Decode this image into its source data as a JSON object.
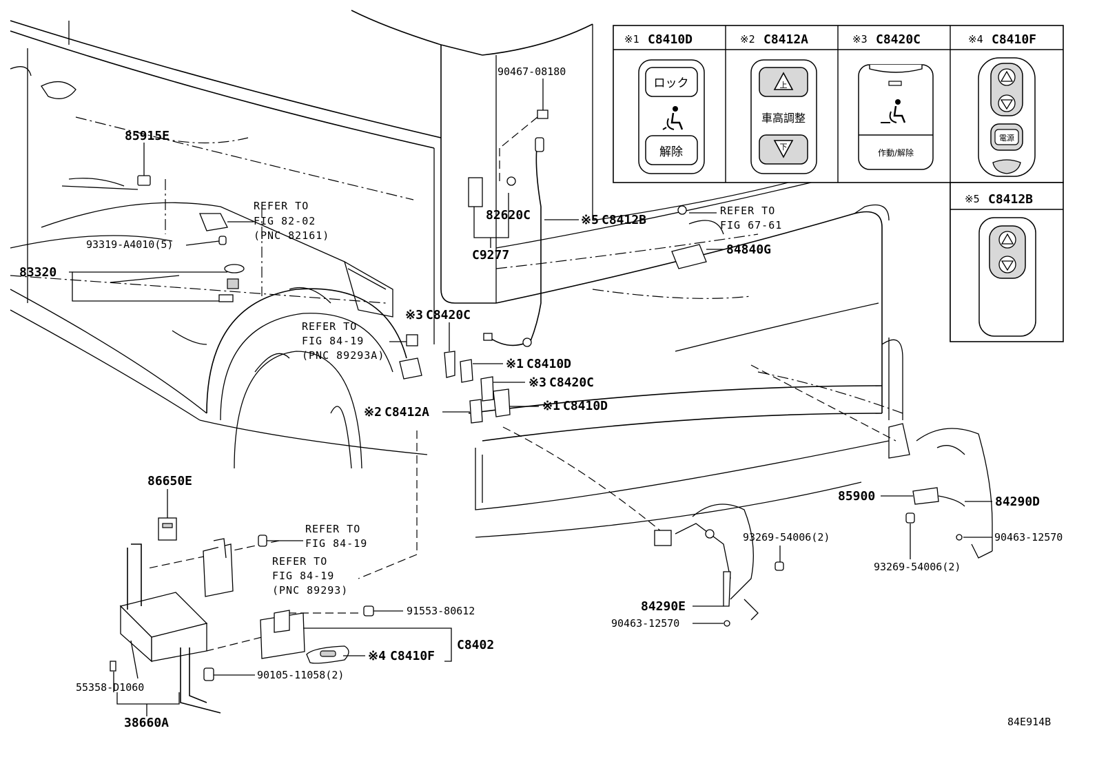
{
  "figure_code": "84E914B",
  "legend": {
    "panel1": {
      "mark": "※1",
      "code": "C8410D",
      "btn_top": "ロック",
      "btn_bottom": "解除"
    },
    "panel2": {
      "mark": "※2",
      "code": "C8412A",
      "center": "車高調整",
      "up_glyph": "上",
      "down_glyph": "下"
    },
    "panel3": {
      "mark": "※3",
      "code": "C8420C",
      "bottom": "作動/解除"
    },
    "panel4": {
      "mark": "※4",
      "code": "C8410F",
      "power": "電源"
    },
    "panel5": {
      "mark": "※5",
      "code": "C8412B"
    }
  },
  "labels": {
    "l_85915E": "85915E",
    "refer_82_a": "REFER TO",
    "refer_82_b": "FIG 82-02",
    "refer_82_c": "(PNC 82161)",
    "l_93319": "93319-A4010(5)",
    "l_83320": "83320",
    "refer_84a_a": "REFER TO",
    "refer_84a_b": "FIG 84-19",
    "refer_84a_c": "(PNC 89293A)",
    "l_90467": "90467-08180",
    "l_82620C": "82620C",
    "l_C9277": "C9277",
    "l_C8412B_mark": "※5",
    "l_C8412B": "C8412B",
    "refer_67_a": "REFER TO",
    "refer_67_b": "FIG 67-61",
    "l_84840G": "84840G",
    "l_C8420C_top_mark": "※3",
    "l_C8420C_top": "C8420C",
    "l_C8410D_1_mark": "※1",
    "l_C8410D_1": "C8410D",
    "l_C8420C_2_mark": "※3",
    "l_C8420C_2": "C8420C",
    "l_C8410D_2_mark": "※1",
    "l_C8410D_2": "C8410D",
    "l_C8412A_mark": "※2",
    "l_C8412A": "C8412A",
    "l_86650E": "86650E",
    "refer_84b_a": "REFER TO",
    "refer_84b_b": "FIG 84-19",
    "refer_84c_a": "REFER TO",
    "refer_84c_b": "FIG 84-19",
    "refer_84c_c": "(PNC 89293)",
    "l_91553": "91553-80612",
    "l_C8402": "C8402",
    "l_C8410F_mark": "※4",
    "l_C8410F": "C8410F",
    "l_90105": "90105-11058(2)",
    "l_55358": "55358-D1060",
    "l_38660A": "38660A",
    "l_93269_a": "93269-54006(2)",
    "l_84290E": "84290E",
    "l_90463_a": "90463-12570",
    "l_85900": "85900",
    "l_84290D": "84290D",
    "l_90463_b": "90463-12570",
    "l_93269_b": "93269-54006(2)"
  }
}
